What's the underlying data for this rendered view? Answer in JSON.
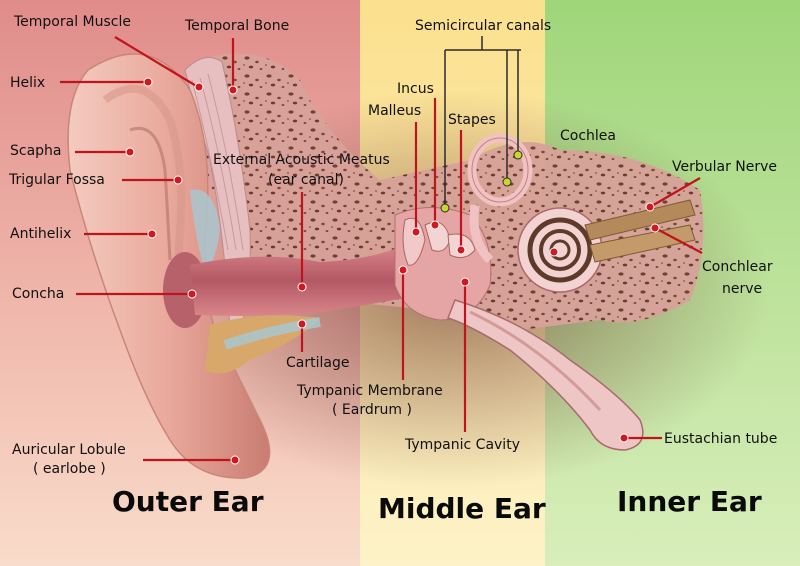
{
  "labels": {
    "temporal_muscle": "Temporal Muscle",
    "temporal_bone": "Temporal Bone",
    "helix": "Helix",
    "scapha": "Scapha",
    "trigular_fossa": "Trigular Fossa",
    "antihelix": "Antihelix",
    "concha": "Concha",
    "auricular_lobule": "Auricular Lobule",
    "earlobe": "( earlobe )",
    "external_meatus": "External Acoustic Meatus",
    "ear_canal": "(ear canal)",
    "cartilage": "Cartilage",
    "semicircular_canals": "Semicircular canals",
    "incus": "Incus",
    "malleus": "Malleus",
    "stapes": "Stapes",
    "cochlea": "Cochlea",
    "verbular_nerve": "Verbular Nerve",
    "conchlear_nerve_1": "Conchlear",
    "conchlear_nerve_2": "nerve",
    "tympanic_membrane": "Tympanic Membrane",
    "eardrum": "( Eardrum )",
    "tympanic_cavity": "Tympanic Cavity",
    "eustachian_tube": "Eustachian tube"
  },
  "sections": {
    "outer": "Outer Ear",
    "middle": "Middle Ear",
    "inner": "Inner Ear"
  },
  "colors": {
    "outer_bg": "#e8a3a0",
    "middle_bg": "#fbe7a6",
    "inner_bg": "#b4dd8e",
    "leader_line": "#c0141c",
    "pointer_dot": "#d4161e",
    "semicircular_dot": "#c8d82a"
  }
}
